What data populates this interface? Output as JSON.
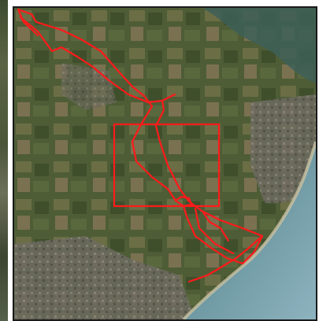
{
  "map": {
    "imagery": "satellite",
    "colors": {
      "route": "#ff1a1a",
      "highlight_box": "#ff1a1a",
      "sea": "#6e9aa8",
      "land": "#4b5a33"
    },
    "icons": {
      "route": "route-line",
      "highlight": "zoom-rectangle"
    }
  }
}
